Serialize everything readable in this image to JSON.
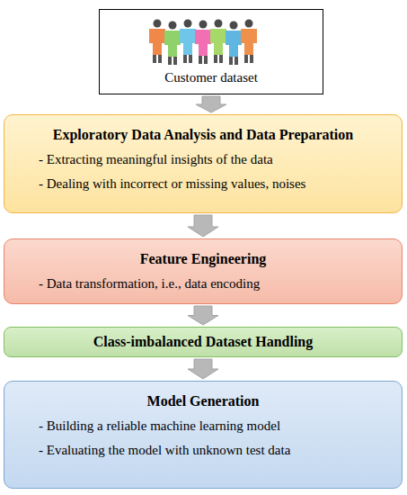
{
  "diagram": {
    "nodes": [
      {
        "text": [
          "Customer dataset"
        ]
      },
      {
        "text": [
          "Exploratory Data Analysis and Data Preparation",
          "- Extracting meaningful insights of the data",
          "- Dealing with incorrect or missing values, noises"
        ]
      },
      {
        "text": [
          "Feature Engineering",
          "- Data transformation, i.e., data encoding"
        ]
      },
      {
        "text": [
          "Class-imbalanced Dataset Handling"
        ]
      },
      {
        "text": [
          "Model Generation",
          "- Building a reliable machine learning model",
          "- Evaluating the model with unknown test data"
        ]
      }
    ],
    "edges": [
      {
        "from": 0,
        "to": 1,
        "arrow": "to"
      },
      {
        "from": 1,
        "to": 2,
        "arrow": "to"
      },
      {
        "from": 2,
        "to": 3,
        "arrow": "to"
      },
      {
        "from": 3,
        "to": 4,
        "arrow": "to"
      }
    ]
  }
}
